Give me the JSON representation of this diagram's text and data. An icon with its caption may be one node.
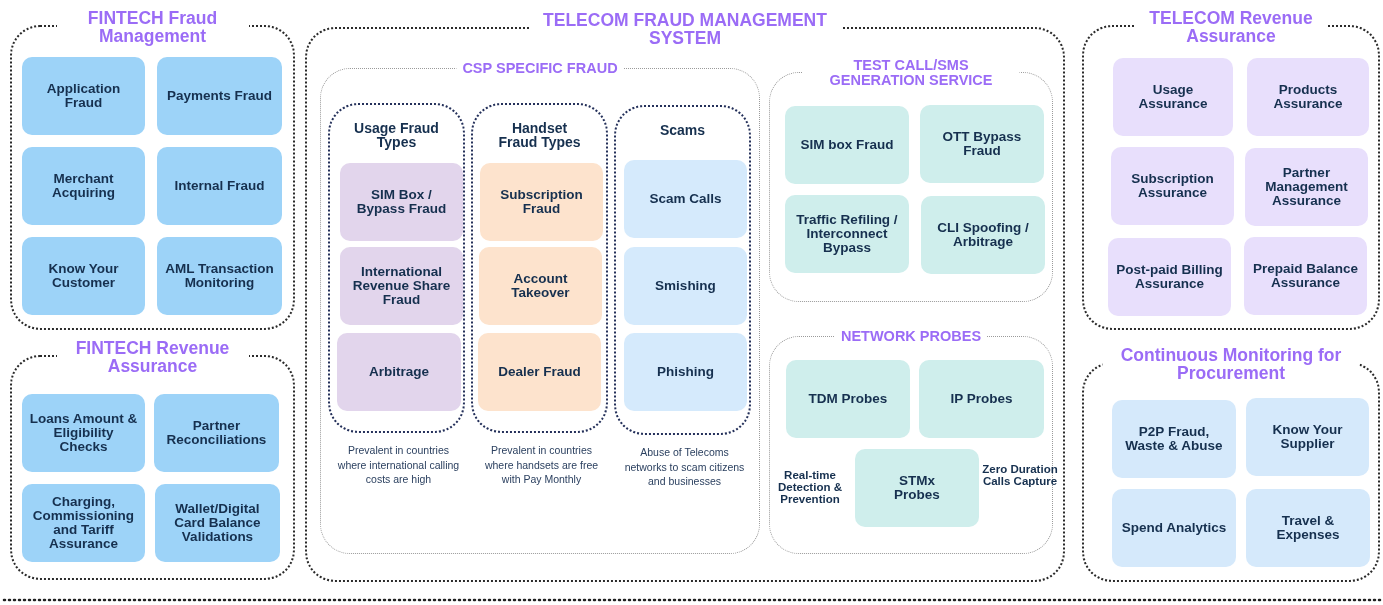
{
  "diagram": {
    "nodes": [
      {
        "text": [
          "FINTECH Fraud Management"
        ]
      },
      {
        "text": [
          "Application Fraud"
        ],
        "in": 0
      },
      {
        "text": [
          "Payments Fraud"
        ],
        "in": 0
      },
      {
        "text": [
          "Merchant Acquiring"
        ],
        "in": 0
      },
      {
        "text": [
          "Internal Fraud"
        ],
        "in": 0
      },
      {
        "text": [
          "Know Your Customer"
        ],
        "in": 0
      },
      {
        "text": [
          "AML Transaction Monitoring"
        ],
        "in": 0
      },
      {
        "text": [
          "FINTECH Revenue Assurance"
        ]
      },
      {
        "text": [
          "Loans Amount & Eligibility Checks"
        ],
        "in": 7
      },
      {
        "text": [
          "Partner Reconciliations"
        ],
        "in": 7
      },
      {
        "text": [
          "Charging, Commissioning and Tariff Assurance"
        ],
        "in": 7
      },
      {
        "text": [
          "Wallet/Digital Card Balance Validations"
        ],
        "in": 7
      },
      {
        "text": [
          "TELECOM FRAUD MANAGEMENT SYSTEM"
        ]
      },
      {
        "text": [
          "CSP SPECIFIC FRAUD"
        ],
        "in": 12
      },
      {
        "text": [
          "Usage Fraud Types"
        ],
        "in": 13,
        "beside": [
          "Prevalent in countries where international calling costs are high"
        ]
      },
      {
        "text": [
          "SIM Box / Bypass Fraud"
        ],
        "in": 14
      },
      {
        "text": [
          "International Revenue Share Fraud"
        ],
        "in": 14
      },
      {
        "text": [
          "Arbitrage"
        ],
        "in": 14
      },
      {
        "text": [
          "Handset Fraud Types"
        ],
        "in": 13,
        "beside": [
          "Prevalent in countries where handsets are free with Pay Monthly"
        ]
      },
      {
        "text": [
          "Subscription Fraud"
        ],
        "in": 18
      },
      {
        "text": [
          "Account Takeover"
        ],
        "in": 18
      },
      {
        "text": [
          "Dealer Fraud"
        ],
        "in": 18
      },
      {
        "text": [
          "Scams"
        ],
        "in": 13,
        "beside": [
          "Abuse of Telecoms networks to scam citizens and businesses"
        ]
      },
      {
        "text": [
          "Scam Calls"
        ],
        "in": 22
      },
      {
        "text": [
          "Smishing"
        ],
        "in": 22
      },
      {
        "text": [
          "Phishing"
        ],
        "in": 22
      },
      {
        "text": [
          "TEST CALL/SMS GENERATION SERVICE"
        ],
        "in": 12
      },
      {
        "text": [
          "SIM box Fraud"
        ],
        "in": 26
      },
      {
        "text": [
          "OTT Bypass Fraud"
        ],
        "in": 26
      },
      {
        "text": [
          "Traffic Refiling / Interconnect Bypass"
        ],
        "in": 26
      },
      {
        "text": [
          "CLI Spoofing / Arbitrage"
        ],
        "in": 26
      },
      {
        "text": [
          "NETWORK PROBES"
        ],
        "in": 12
      },
      {
        "text": [
          "TDM Probes"
        ],
        "in": 31
      },
      {
        "text": [
          "IP Probes"
        ],
        "in": 31
      },
      {
        "text": [
          "STMx Probes"
        ],
        "in": 31,
        "beside": [
          "Real-time Detection & Prevention",
          "Zero Duration Calls Capture"
        ]
      },
      {
        "text": [
          "TELECOM Revenue Assurance"
        ]
      },
      {
        "text": [
          "Usage Assurance"
        ],
        "in": 35
      },
      {
        "text": [
          "Products Assurance"
        ],
        "in": 35
      },
      {
        "text": [
          "Subscription Assurance"
        ],
        "in": 35
      },
      {
        "text": [
          "Partner Management Assurance"
        ],
        "in": 35
      },
      {
        "text": [
          "Post-paid Billing Assurance"
        ],
        "in": 35
      },
      {
        "text": [
          "Prepaid Balance Assurance"
        ],
        "in": 35
      },
      {
        "text": [
          "Continuous Monitoring for Procurement"
        ]
      },
      {
        "text": [
          "P2P Fraud, Waste & Abuse"
        ],
        "in": 42
      },
      {
        "text": [
          "Know Your Supplier"
        ],
        "in": 42
      },
      {
        "text": [
          "Spend Analytics"
        ],
        "in": 42
      },
      {
        "text": [
          "Travel & Expenses"
        ],
        "in": 42
      }
    ]
  }
}
